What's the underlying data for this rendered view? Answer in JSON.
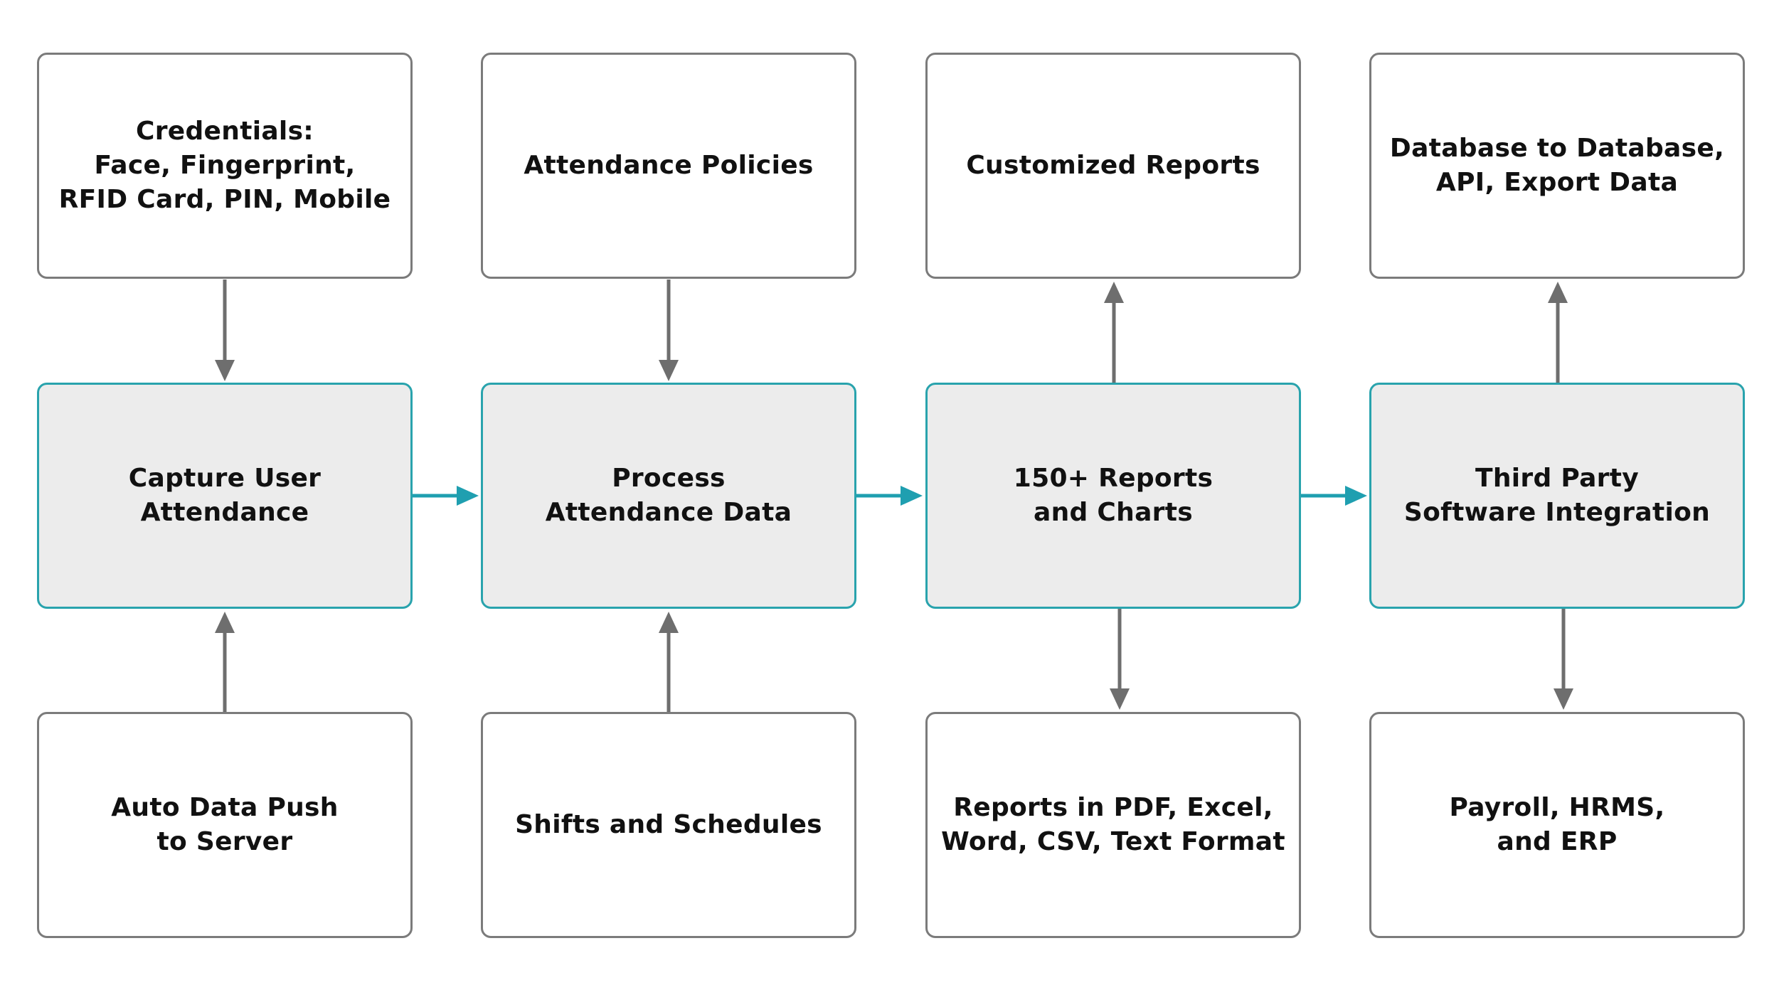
{
  "nodes": {
    "credentials": "Credentials:\nFace, Fingerprint,\nRFID Card, PIN, Mobile",
    "attendance_policies": "Attendance Policies",
    "customized_reports": "Customized Reports",
    "database_export": "Database to Database,\nAPI, Export Data",
    "capture_attendance": "Capture User\nAttendance",
    "process_attendance": "Process\nAttendance Data",
    "reports_charts": "150+ Reports\nand Charts",
    "third_party": "Third Party\nSoftware Integration",
    "auto_push": "Auto Data Push\nto Server",
    "shifts_schedules": "Shifts and Schedules",
    "report_formats": "Reports in PDF, Excel,\nWord, CSV, Text Format",
    "payroll_hrms": "Payroll, HRMS,\nand ERP"
  },
  "colors": {
    "core_border": "#29a3ad",
    "core_fill": "#ececec",
    "outer_border": "#7b7b7b",
    "flow_arrow": "#1f9fb0",
    "side_arrow": "#6e6e6e"
  }
}
